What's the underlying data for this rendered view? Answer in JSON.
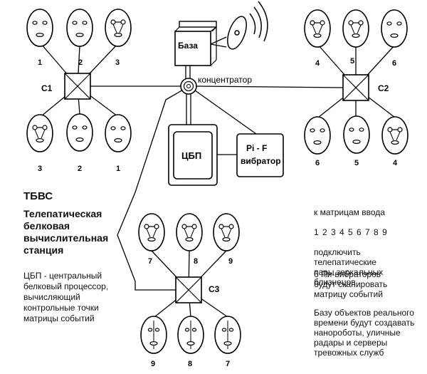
{
  "labels": {
    "base": "База",
    "hub": "концентратор",
    "cpu": "ЦБП",
    "vibrator_line1": "Pi - F",
    "vibrator_line2": "вибратор",
    "c1": "C1",
    "c2": "C2",
    "c3": "C3"
  },
  "faces": {
    "c1_top": [
      "1",
      "2",
      "3"
    ],
    "c1_bottom": [
      "3",
      "2",
      "1"
    ],
    "c2_top": [
      "4",
      "5",
      "6"
    ],
    "c2_bottom": [
      "6",
      "5",
      "4"
    ],
    "c3_top": [
      "7",
      "8",
      "9"
    ],
    "c3_bottom": [
      "9",
      "8",
      "7"
    ]
  },
  "text": {
    "title": "ТБВС",
    "subtitle": "Телепатическая\nбелковая\nвычислительная\nстанция",
    "cbp_desc": "ЦБП - центральный\nбелковый процессор,\nвычисляющий\nконтрольные точки\nматрицы событий",
    "input_line1": "к матрицам ввода",
    "input_digits": "1 2 3 4 5 6 7 8 9",
    "input_rest": "подключить\nтелепатические\nпары зеркальных\nблизнецов",
    "vibrators": "6 Пи-вибраторов\nбудут сканировать\nматрицу событий",
    "realtime": "Базу объектов реального\nвремени будут создавать\nнанороботы, уличные\nрадары и серверы\nтревожных служб"
  }
}
